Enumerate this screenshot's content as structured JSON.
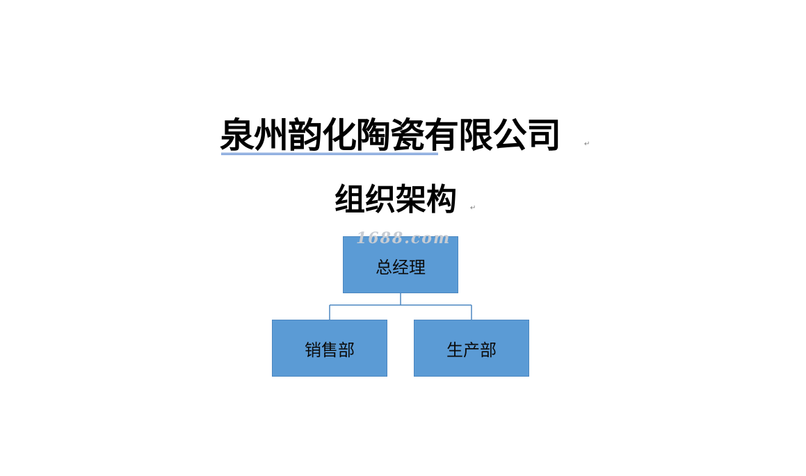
{
  "document": {
    "title": "泉州韵化陶瓷有限公司",
    "subtitle": "组织架构",
    "paragraph_mark": "↵"
  },
  "watermark": {
    "text": "1688.com"
  },
  "org_chart": {
    "root": {
      "label": "总经理"
    },
    "children": [
      {
        "label": "销售部"
      },
      {
        "label": "生产部"
      }
    ]
  },
  "colors": {
    "box_fill": "#5b9bd5",
    "connector": "#4a86c0",
    "title_underline": "#3c73c8"
  }
}
